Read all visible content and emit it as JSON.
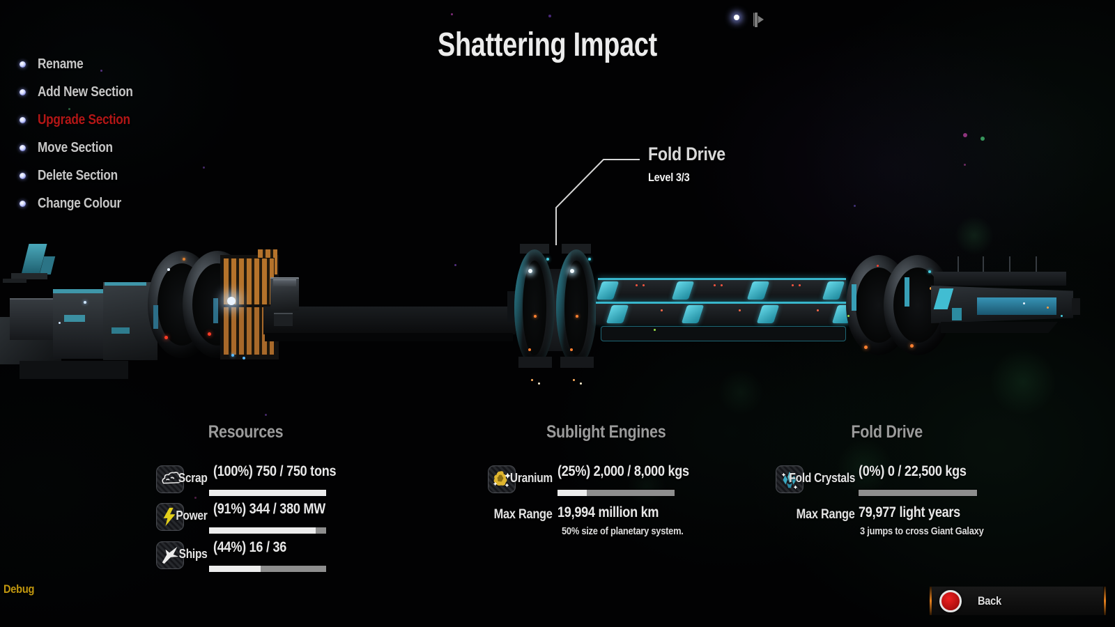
{
  "title": "Shattering Impact",
  "menu": {
    "items": [
      {
        "label": "Rename",
        "highlighted": false
      },
      {
        "label": "Add New Section",
        "highlighted": false
      },
      {
        "label": "Upgrade Section",
        "highlighted": true
      },
      {
        "label": "Move Section",
        "highlighted": false
      },
      {
        "label": "Delete Section",
        "highlighted": false
      },
      {
        "label": "Change Colour",
        "highlighted": false
      }
    ]
  },
  "callout": {
    "title": "Fold Drive",
    "level": "Level 3/3"
  },
  "panels": {
    "resources": {
      "title": "Resources",
      "rows": [
        {
          "icon": "scrap-icon",
          "label": "Scrap",
          "value": "(100%) 750 / 750 tons",
          "percent": 100
        },
        {
          "icon": "power-icon",
          "label": "Power",
          "value": "(91%) 344 / 380 MW",
          "percent": 91
        },
        {
          "icon": "ships-icon",
          "label": "Ships",
          "value": "(44%) 16 / 36",
          "percent": 44
        }
      ]
    },
    "sublight_engines": {
      "title": "Sublight Engines",
      "fuel": {
        "icon": "uranium-icon",
        "label": "Uranium",
        "value": "(25%) 2,000 / 8,000 kgs",
        "percent": 25
      },
      "max_range": {
        "label": "Max Range",
        "value": "19,994 million km",
        "note": "50% size of planetary system."
      }
    },
    "fold_drive": {
      "title": "Fold Drive",
      "fuel": {
        "icon": "fold-crystals-icon",
        "label": "Fold Crystals",
        "value": "(0%) 0 / 22,500 kgs",
        "percent": 0
      },
      "max_range": {
        "label": "Max Range",
        "value": "79,977 light years",
        "note": "3 jumps to cross Giant Galaxy"
      }
    }
  },
  "footer": {
    "debug": "Debug",
    "back": "Back"
  },
  "colors": {
    "accent_red": "#b31616",
    "accent_cyan": "#41c4da",
    "accent_orange": "#c57a2e",
    "bar_fill": "#ededed",
    "bar_track": "#8e8e8e",
    "debug_text": "#c2980f",
    "back_circle": "#cc1414"
  }
}
